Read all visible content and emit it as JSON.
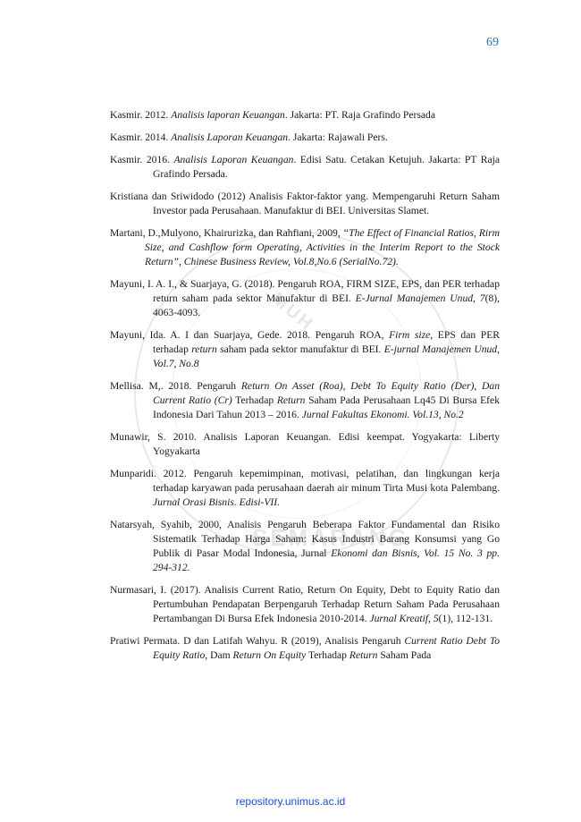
{
  "page_number": "69",
  "watermark": {
    "top_text": "MUH",
    "bottom_text": "SEMARANG"
  },
  "references": [
    [
      {
        "t": "Kasmir. 2012. "
      },
      {
        "t": "Analisis laporan Keuangan",
        "i": true
      },
      {
        "t": ". Jakarta: PT. Raja Grafindo Persada"
      }
    ],
    [
      {
        "t": "Kasmir. 2014. "
      },
      {
        "t": "Analisis Laporan Keuangan",
        "i": true
      },
      {
        "t": ". Jakarta: Rajawali Pers."
      }
    ],
    [
      {
        "t": "Kasmir. 2016. "
      },
      {
        "t": "Analisis Laporan Keuangan",
        "i": true
      },
      {
        "t": ". Edisi Satu. Cetakan Ketujuh. Jakarta: PT Raja Grafindo Persada."
      }
    ],
    [
      {
        "t": "Kristiana dan Sriwidodo (2012) Analisis Faktor-faktor yang. Mempengaruhi Return Saham Investor pada Perusahaan. Manufaktur di BEI. Universitas Slamet."
      }
    ],
    [
      {
        "t": "Martani, D.,Mulyono, Khairurizka, dan Rahfiani, 2009, "
      },
      {
        "t": "“The Effect of Financial Ratios, Rirm Size, and Cashflow form Operating, Activities in the Interim Report to the Stock Return”, Chinese Business Review, Vol.8,No.6 (SerialNo.72).",
        "i": true
      }
    ],
    [
      {
        "t": "Mayuni, I. A. I., & Suarjaya, G. (2018). Pengaruh ROA, FIRM SIZE, EPS, dan PER terhadap return saham pada sektor Manufaktur di BEI. "
      },
      {
        "t": "E-Jurnal Manajemen Unud",
        "i": true
      },
      {
        "t": ", "
      },
      {
        "t": "7",
        "i": true
      },
      {
        "t": "(8), 4063-4093."
      }
    ],
    [
      {
        "t": "Mayuni, Ida. A. I dan Suarjaya, Gede. 2018. Pengaruh ROA, "
      },
      {
        "t": "Firm size",
        "i": true
      },
      {
        "t": ", EPS dan PER terhadap "
      },
      {
        "t": "return",
        "i": true
      },
      {
        "t": " saham pada sektor manufaktur di BEI. "
      },
      {
        "t": "E-jurnal Manajemen Unud, Vol.7, No.8",
        "i": true
      }
    ],
    [
      {
        "t": "Mellisa. M,. 2018. Pengaruh "
      },
      {
        "t": "Return On Asset (Roa), Debt To Equity Ratio (Der), Dan Current Ratio (Cr)",
        "i": true
      },
      {
        "t": " Terhadap "
      },
      {
        "t": "Return",
        "i": true
      },
      {
        "t": " Saham Pada Perusahaan Lq45 Di Bursa Efek Indonesia Dari Tahun 2013 – 2016. "
      },
      {
        "t": "Jurnal Fakultas Ekonomi. Vol.13, No.2",
        "i": true
      }
    ],
    [
      {
        "t": "Munawir, S. 2010. Analisis Laporan Keuangan. Edisi keempat. Yogyakarta: Liberty Yogyakarta"
      }
    ],
    [
      {
        "t": "Munparidi. 2012. Pengaruh kepemimpinan, motivasi, pelatihan, dan lingkungan kerja terhadap karyawan pada perusahaan daerah air minum Tirta Musi kota Palembang.  "
      },
      {
        "t": "Jurnal Orasi Bisnis. Edisi-VII.",
        "i": true
      }
    ],
    [
      {
        "t": "Natarsyah, Syahib, 2000, Analisis Pengaruh Beberapa Faktor Fundamental dan Risiko Sistematik Terhadap Harga Saham: Kasus Industri Barang Konsumsi yang Go Publik di Pasar Modal Indonesia, Jurnal "
      },
      {
        "t": "Ekonomi dan Bisnis, Vol. 15 No. 3 pp. 294-312.",
        "i": true
      }
    ],
    [
      {
        "t": "Nurmasari, I. (2017). Analisis Current Ratio, Return On Equity, Debt to Equity Ratio dan Pertumbuhan Pendapatan Berpengaruh Terhadap Return Saham Pada Perusahaan Pertambangan Di Bursa Efek Indonesia 2010-2014. "
      },
      {
        "t": "Jurnal Kreatif",
        "i": true
      },
      {
        "t": ", "
      },
      {
        "t": "5",
        "i": true
      },
      {
        "t": "(1), 112-131."
      }
    ],
    [
      {
        "t": "Pratiwi  Permata. D dan Latifah Wahyu. R (2019),  Analisis Pengaruh "
      },
      {
        "t": "Current Ratio Debt To Equity Ratio",
        "i": true
      },
      {
        "t": ", Dam "
      },
      {
        "t": "Return On Equity",
        "i": true
      },
      {
        "t": " Terhadap "
      },
      {
        "t": "Return",
        "i": true
      },
      {
        "t": " Saham Pada"
      }
    ]
  ],
  "footer": "repository.unimus.ac.id"
}
